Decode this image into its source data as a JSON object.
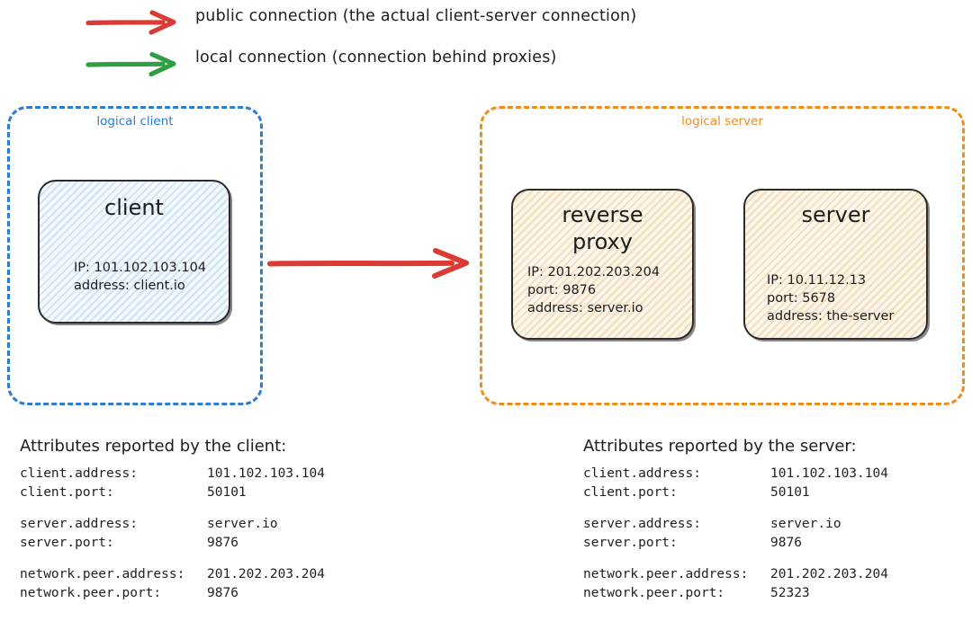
{
  "legend": {
    "items": [
      {
        "icon": "red-arrow-icon",
        "color": "#dc3b33",
        "label": "public connection (the actual client-server connection)"
      },
      {
        "icon": "green-arrow-icon",
        "color": "#2f9e44",
        "label": "local connection (connection behind proxies)"
      }
    ]
  },
  "colors": {
    "red": "#dc3b33",
    "green": "#2f9e44",
    "blue": "#2b7cd3",
    "orange": "#f08c1e",
    "ink": "#1d1d1d"
  },
  "logical_client": {
    "label": "logical client",
    "node": {
      "title": "client",
      "lines": "IP: 101.102.103.104\naddress: client.io"
    }
  },
  "logical_server": {
    "label": "logical server",
    "nodes": [
      {
        "title": "reverse\nproxy",
        "lines": "IP: 201.202.203.204\nport: 9876\naddress: server.io"
      },
      {
        "title": "server",
        "lines": "IP: 10.11.12.13\nport: 5678\naddress: the-server"
      }
    ]
  },
  "connection": {
    "public_arrow_label": "public connection arrow"
  },
  "attributes_client": {
    "title": "Attributes reported by the client:",
    "groups": [
      {
        "rows": [
          {
            "key": "client.address:",
            "value": "101.102.103.104"
          },
          {
            "key": "client.port:",
            "value": "50101"
          }
        ]
      },
      {
        "rows": [
          {
            "key": "server.address:",
            "value": "server.io"
          },
          {
            "key": "server.port:",
            "value": "9876"
          }
        ]
      },
      {
        "rows": [
          {
            "key": "network.peer.address:",
            "value": "201.202.203.204"
          },
          {
            "key": "network.peer.port:",
            "value": "9876"
          }
        ]
      }
    ]
  },
  "attributes_server": {
    "title": "Attributes reported by the server:",
    "groups": [
      {
        "rows": [
          {
            "key": "client.address:",
            "value": "101.102.103.104"
          },
          {
            "key": "client.port:",
            "value": "50101"
          }
        ]
      },
      {
        "rows": [
          {
            "key": "server.address:",
            "value": "server.io"
          },
          {
            "key": "server.port:",
            "value": "9876"
          }
        ]
      },
      {
        "rows": [
          {
            "key": "network.peer.address:",
            "value": "201.202.203.204"
          },
          {
            "key": "network.peer.port:",
            "value": "52323"
          }
        ]
      }
    ]
  }
}
